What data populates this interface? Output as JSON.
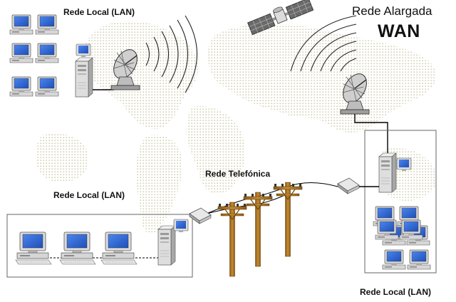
{
  "labels": {
    "lan_top": "Rede Local (LAN)",
    "lan_left": "Rede Local (LAN)",
    "lan_bottom_right": "Rede Local (LAN)",
    "phone_network": "Rede Telefónica",
    "wan_title": "Rede Alargada",
    "wan_abbr": "WAN"
  },
  "colors": {
    "screen": "#2f6bd8",
    "monitor_body": "#d9d9d9",
    "pole": "#b07a28",
    "cable": "#000000",
    "map_dots": "#d3d1b3"
  },
  "icons": [
    "satellite-icon",
    "dish-antenna-icon",
    "computer-icon",
    "server-tower-icon",
    "modem-icon",
    "telephone-pole-icon"
  ]
}
